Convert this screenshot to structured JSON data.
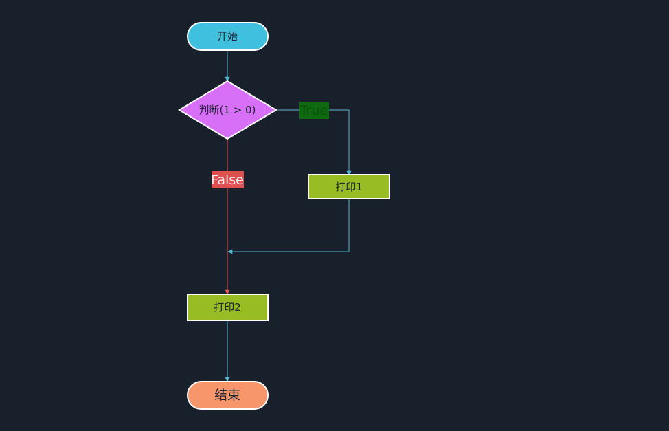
{
  "colors": {
    "background": "#18202c",
    "terminal_start": "#3ec0de",
    "decision": "#d76ff7",
    "process": "#98bc24",
    "terminal_end": "#f7956b",
    "node_border": "#ffffff",
    "edge_default": "#4fb8d2",
    "edge_false": "#e85454",
    "label_true_bg": "#0f6b10",
    "label_true_text": "#0c4f0d",
    "label_false_bg": "#e04f4f",
    "label_false_text": "#f3f3f3"
  },
  "flowchart": {
    "start": {
      "label": "开始",
      "shape": "terminal"
    },
    "decision": {
      "label": "判断(1 > 0)",
      "shape": "diamond"
    },
    "print1": {
      "label": "打印1",
      "shape": "process"
    },
    "print2": {
      "label": "打印2",
      "shape": "process"
    },
    "end": {
      "label": "结束",
      "shape": "terminal"
    },
    "edges": [
      {
        "from": "start",
        "to": "decision",
        "label": ""
      },
      {
        "from": "decision",
        "to": "print1",
        "label": "True"
      },
      {
        "from": "decision",
        "to": "print2",
        "label": "False"
      },
      {
        "from": "print1",
        "to": "print2",
        "label": ""
      },
      {
        "from": "print2",
        "to": "end",
        "label": ""
      }
    ]
  }
}
